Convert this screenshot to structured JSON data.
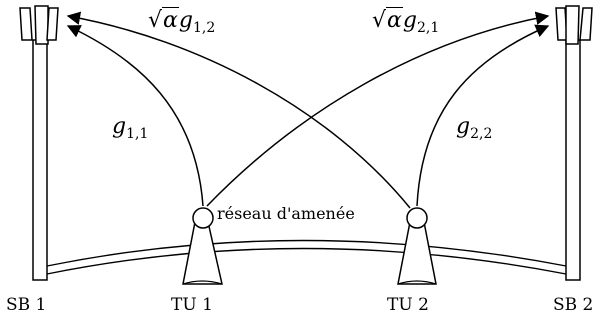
{
  "nodes": {
    "bs1": "SB 1",
    "bs2": "SB 2",
    "tu1": "TU 1",
    "tu2": "TU 2"
  },
  "backhaul_label": "réseau d'amenée",
  "channels": {
    "g11": {
      "sym": "g",
      "sub": "1,1"
    },
    "g22": {
      "sym": "g",
      "sub": "2,2"
    },
    "g12": {
      "coef": "α",
      "sym": "g",
      "sub": "1,2"
    },
    "g21": {
      "coef": "α",
      "sym": "g",
      "sub": "2,1"
    }
  }
}
